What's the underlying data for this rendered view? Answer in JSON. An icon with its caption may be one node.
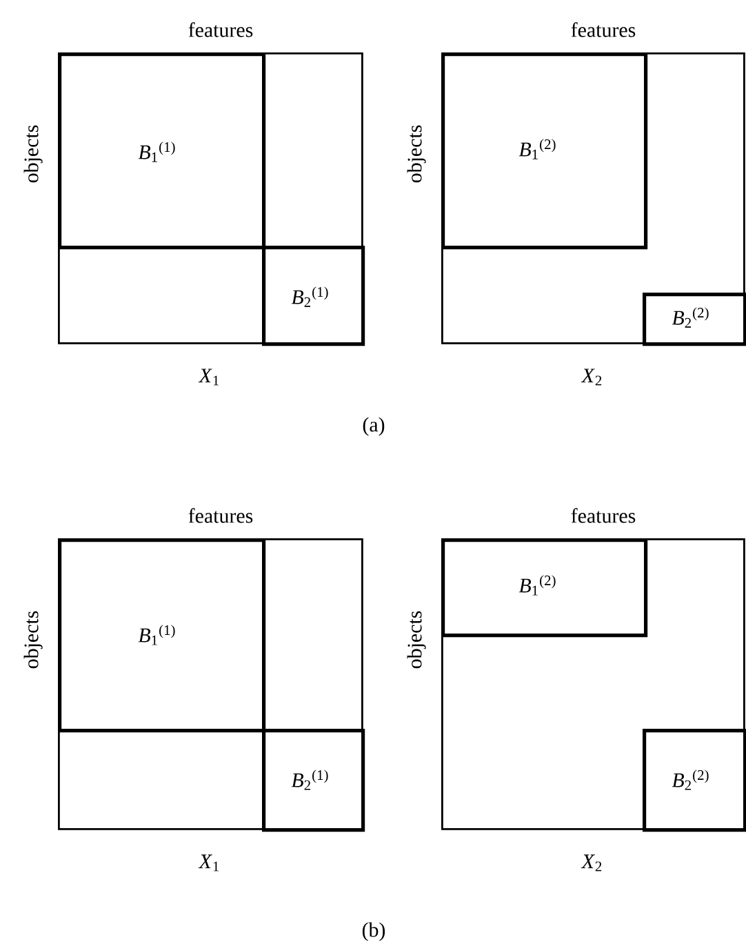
{
  "diagram": {
    "nodes": [
      {
        "text": [
          "features",
          "objects"
        ],
        "beside": [
          "*X*$_{1}$"
        ]
      },
      {
        "text": [
          "*B*$_{1}$$^{(1)}$"
        ],
        "in": 0
      },
      {
        "text": [
          "*B*$_{2}$$^{(1)}$"
        ],
        "in": 0
      },
      {
        "text": [
          "features",
          "objects"
        ],
        "beside": [
          "*X*$_{2}$"
        ]
      },
      {
        "text": [
          "*B*$_{1}$$^{(2)}$"
        ],
        "in": 3
      },
      {
        "text": [
          "*B*$_{2}$$^{(2)}$"
        ],
        "in": 3
      },
      {
        "text": [
          "features",
          "objects"
        ],
        "beside": [
          "*X*$_{1}$"
        ]
      },
      {
        "text": [
          "*B*$_{1}$$^{(1)}$"
        ],
        "in": 6
      },
      {
        "text": [
          "*B*$_{2}$$^{(1)}$"
        ],
        "in": 6
      },
      {
        "text": [
          "features",
          "objects"
        ],
        "beside": [
          "*X*$_{2}$"
        ]
      },
      {
        "text": [
          "*B*$_{1}$$^{(2)}$"
        ],
        "in": 9
      },
      {
        "text": [
          "*B*$_{2}$$^{(2)}$"
        ],
        "in": 9
      }
    ],
    "labels": [
      "(a)",
      "(b)"
    ]
  }
}
